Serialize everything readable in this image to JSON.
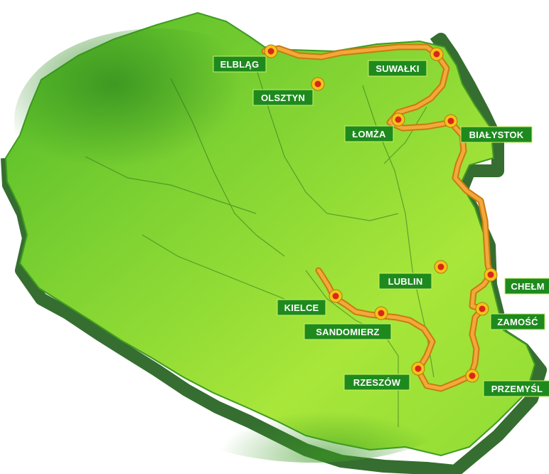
{
  "colors": {
    "land_light": "#a8e63a",
    "land_mid": "#5cc02a",
    "land_dark": "#2f8a1e",
    "side_wall": "#1f5e1a",
    "route": "#f0a02a",
    "route_edge": "#c97a10",
    "marker_outer": "#f6c21a",
    "marker_inner": "#d8281a",
    "label_bg": "#1e8a1e",
    "label_border": "#c9f06a",
    "label_text": "#ffffff"
  },
  "cities": [
    {
      "id": "elblag",
      "name": "ELBLĄG"
    },
    {
      "id": "olsztyn",
      "name": "OLSZTYN"
    },
    {
      "id": "suwalki",
      "name": "SUWAŁKI"
    },
    {
      "id": "lomza",
      "name": "ŁOMŻA"
    },
    {
      "id": "bialystok",
      "name": "BIAŁYSTOK"
    },
    {
      "id": "lublin",
      "name": "LUBLIN"
    },
    {
      "id": "chelm",
      "name": "CHEŁM"
    },
    {
      "id": "kielce",
      "name": "KIELCE"
    },
    {
      "id": "sandomierz",
      "name": "SANDOMIERZ"
    },
    {
      "id": "zamosc",
      "name": "ZAMOŚĆ"
    },
    {
      "id": "rzeszow",
      "name": "RZESZÓW"
    },
    {
      "id": "przemysl",
      "name": "PRZEMYŚL"
    }
  ]
}
